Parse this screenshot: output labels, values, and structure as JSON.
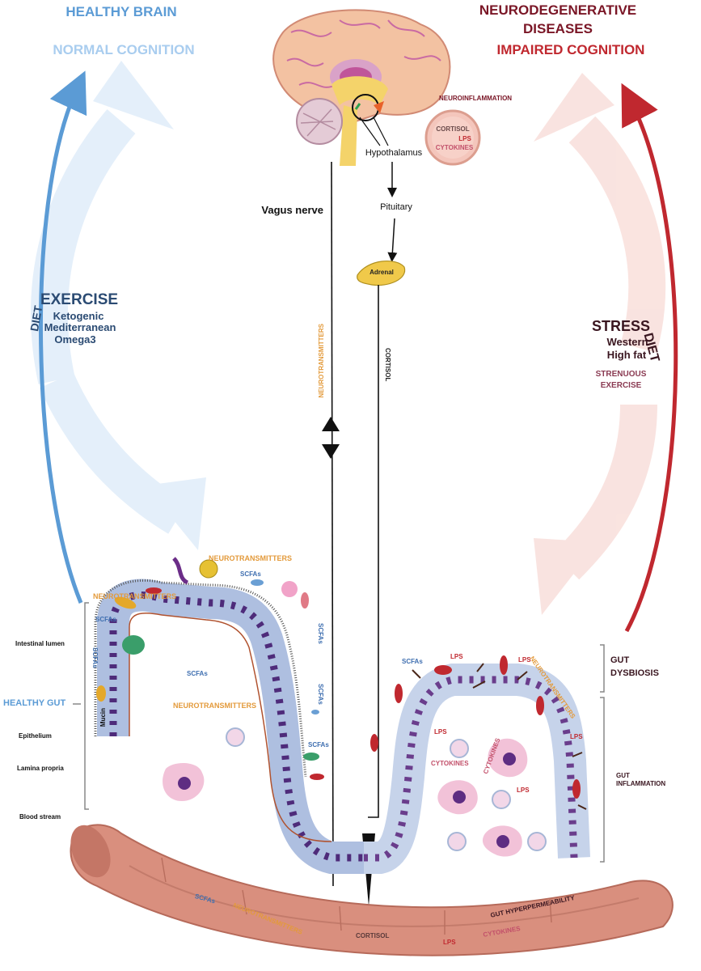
{
  "top_left": {
    "healthy_brain": "HEALTHY BRAIN",
    "normal_cognition": "NORMAL COGNITION"
  },
  "top_right": {
    "neurodegenerative": "NEURODEGENERATIVE",
    "diseases": "DISEASES",
    "impaired_cognition": "IMPAIRED COGNITION"
  },
  "brain": {
    "neuroinflammation": "NEUROINFLAMMATION",
    "cortisol": "CORTISOL",
    "lps": "LPS",
    "cytokines": "CYTOKINES",
    "hypothalamus": "Hypothalamus",
    "pituitary": "Pituitary",
    "adrenal": "Adrenal",
    "vagus_nerve": "Vagus nerve",
    "neurotransmitters_axis": "NEUROTRANSMITTERS",
    "cortisol_axis": "CORTISOL"
  },
  "left_factors": {
    "exercise": "EXERCISE",
    "diet": "DIET",
    "ketogenic": "Ketogenic",
    "mediterranean": "Mediterranean",
    "omega3": "Omega3"
  },
  "right_factors": {
    "stress": "STRESS",
    "diet": "DIET",
    "western": "Western",
    "high_fat": "High fat",
    "strenuous": "STRENUOUS",
    "exercise": "EXERCISE"
  },
  "gut_left": {
    "neurotransmitters_top": "NEUROTRANSMITTERS",
    "neurotransmitters_left": "NEUROTRANSMITTERS",
    "neurotransmitters_mid": "NEUROTRANSMITTERS",
    "scfas": "SCFAs",
    "mucin": "Mucin"
  },
  "layers": {
    "intestinal_lumen": "Intestinal lumen",
    "healthy_gut": "HEALTHY GUT",
    "epithelium": "Epithelium",
    "lamina_propria": "Lamina propria",
    "blood_stream": "Blood stream"
  },
  "gut_right": {
    "scfas": "SCFAs",
    "lps": "LPS",
    "neurotransmitters": "NEUROTRANSMITTERS",
    "cytokines": "CYTOKINES",
    "gut_dysbiosis_1": "GUT",
    "gut_dysbiosis_2": "DYSBIOSIS",
    "gut_inflammation_1": "GUT",
    "gut_inflammation_2": "INFLAMMATION"
  },
  "vessel": {
    "scfas": "SCFAs",
    "neurotransmitters": "NEUROTRANSMITTERS",
    "cortisol": "CORTISOL",
    "lps": "LPS",
    "cytokines": "CYTOKINES",
    "gut_hyperpermeability": "GUT HYPERPERMEABILITY"
  },
  "colors": {
    "healthy_blue": "#5b9bd5",
    "light_blue": "#a9cdef",
    "disease_red": "#c0282f",
    "dark_red": "#7a1626",
    "neurotransmitter_orange": "#e39a3b",
    "epithelium_cell": "#aebfe0",
    "nucleus": "#4e2b7a",
    "vessel": "#d98f7e"
  }
}
